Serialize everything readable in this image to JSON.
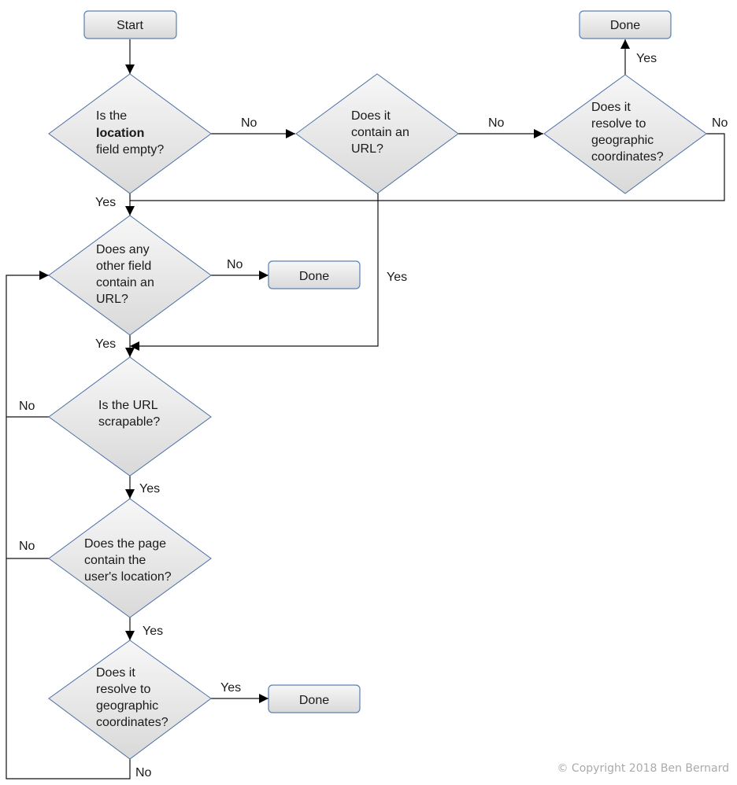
{
  "nodes": {
    "start": {
      "label": "Start"
    },
    "q_location_empty": {
      "lines": [
        "Is the",
        "location",
        "field empty?"
      ]
    },
    "q_contains_url": {
      "lines": [
        "Does it",
        "contain an",
        "URL?"
      ]
    },
    "q_resolve_top": {
      "lines": [
        "Does it",
        "resolve to",
        "geographic",
        "coordinates?"
      ]
    },
    "done_top": {
      "label": "Done"
    },
    "q_other_field": {
      "lines": [
        "Does any",
        "other field",
        "contain an",
        "URL?"
      ]
    },
    "done_mid": {
      "label": "Done"
    },
    "q_scrapable": {
      "lines": [
        "Is the URL",
        "scrapable?"
      ]
    },
    "q_page_location": {
      "lines": [
        "Does the page",
        "contain the",
        "user's location?"
      ]
    },
    "q_resolve_bottom": {
      "lines": [
        "Does it",
        "resolve to",
        "geographic",
        "coordinates?"
      ]
    },
    "done_bottom": {
      "label": "Done"
    }
  },
  "edge_labels": {
    "location_no": "No",
    "url_no": "No",
    "resolve_top_no": "No",
    "resolve_top_yes": "Yes",
    "location_yes": "Yes",
    "url_yes": "Yes",
    "other_no": "No",
    "other_yes": "Yes",
    "scrapable_no": "No",
    "scrapable_yes": "Yes",
    "page_no": "No",
    "page_yes": "Yes",
    "resolve_bottom_yes": "Yes",
    "resolve_bottom_no": "No"
  },
  "footer": {
    "copyright": "© Copyright 2018 Ben Bernard"
  }
}
